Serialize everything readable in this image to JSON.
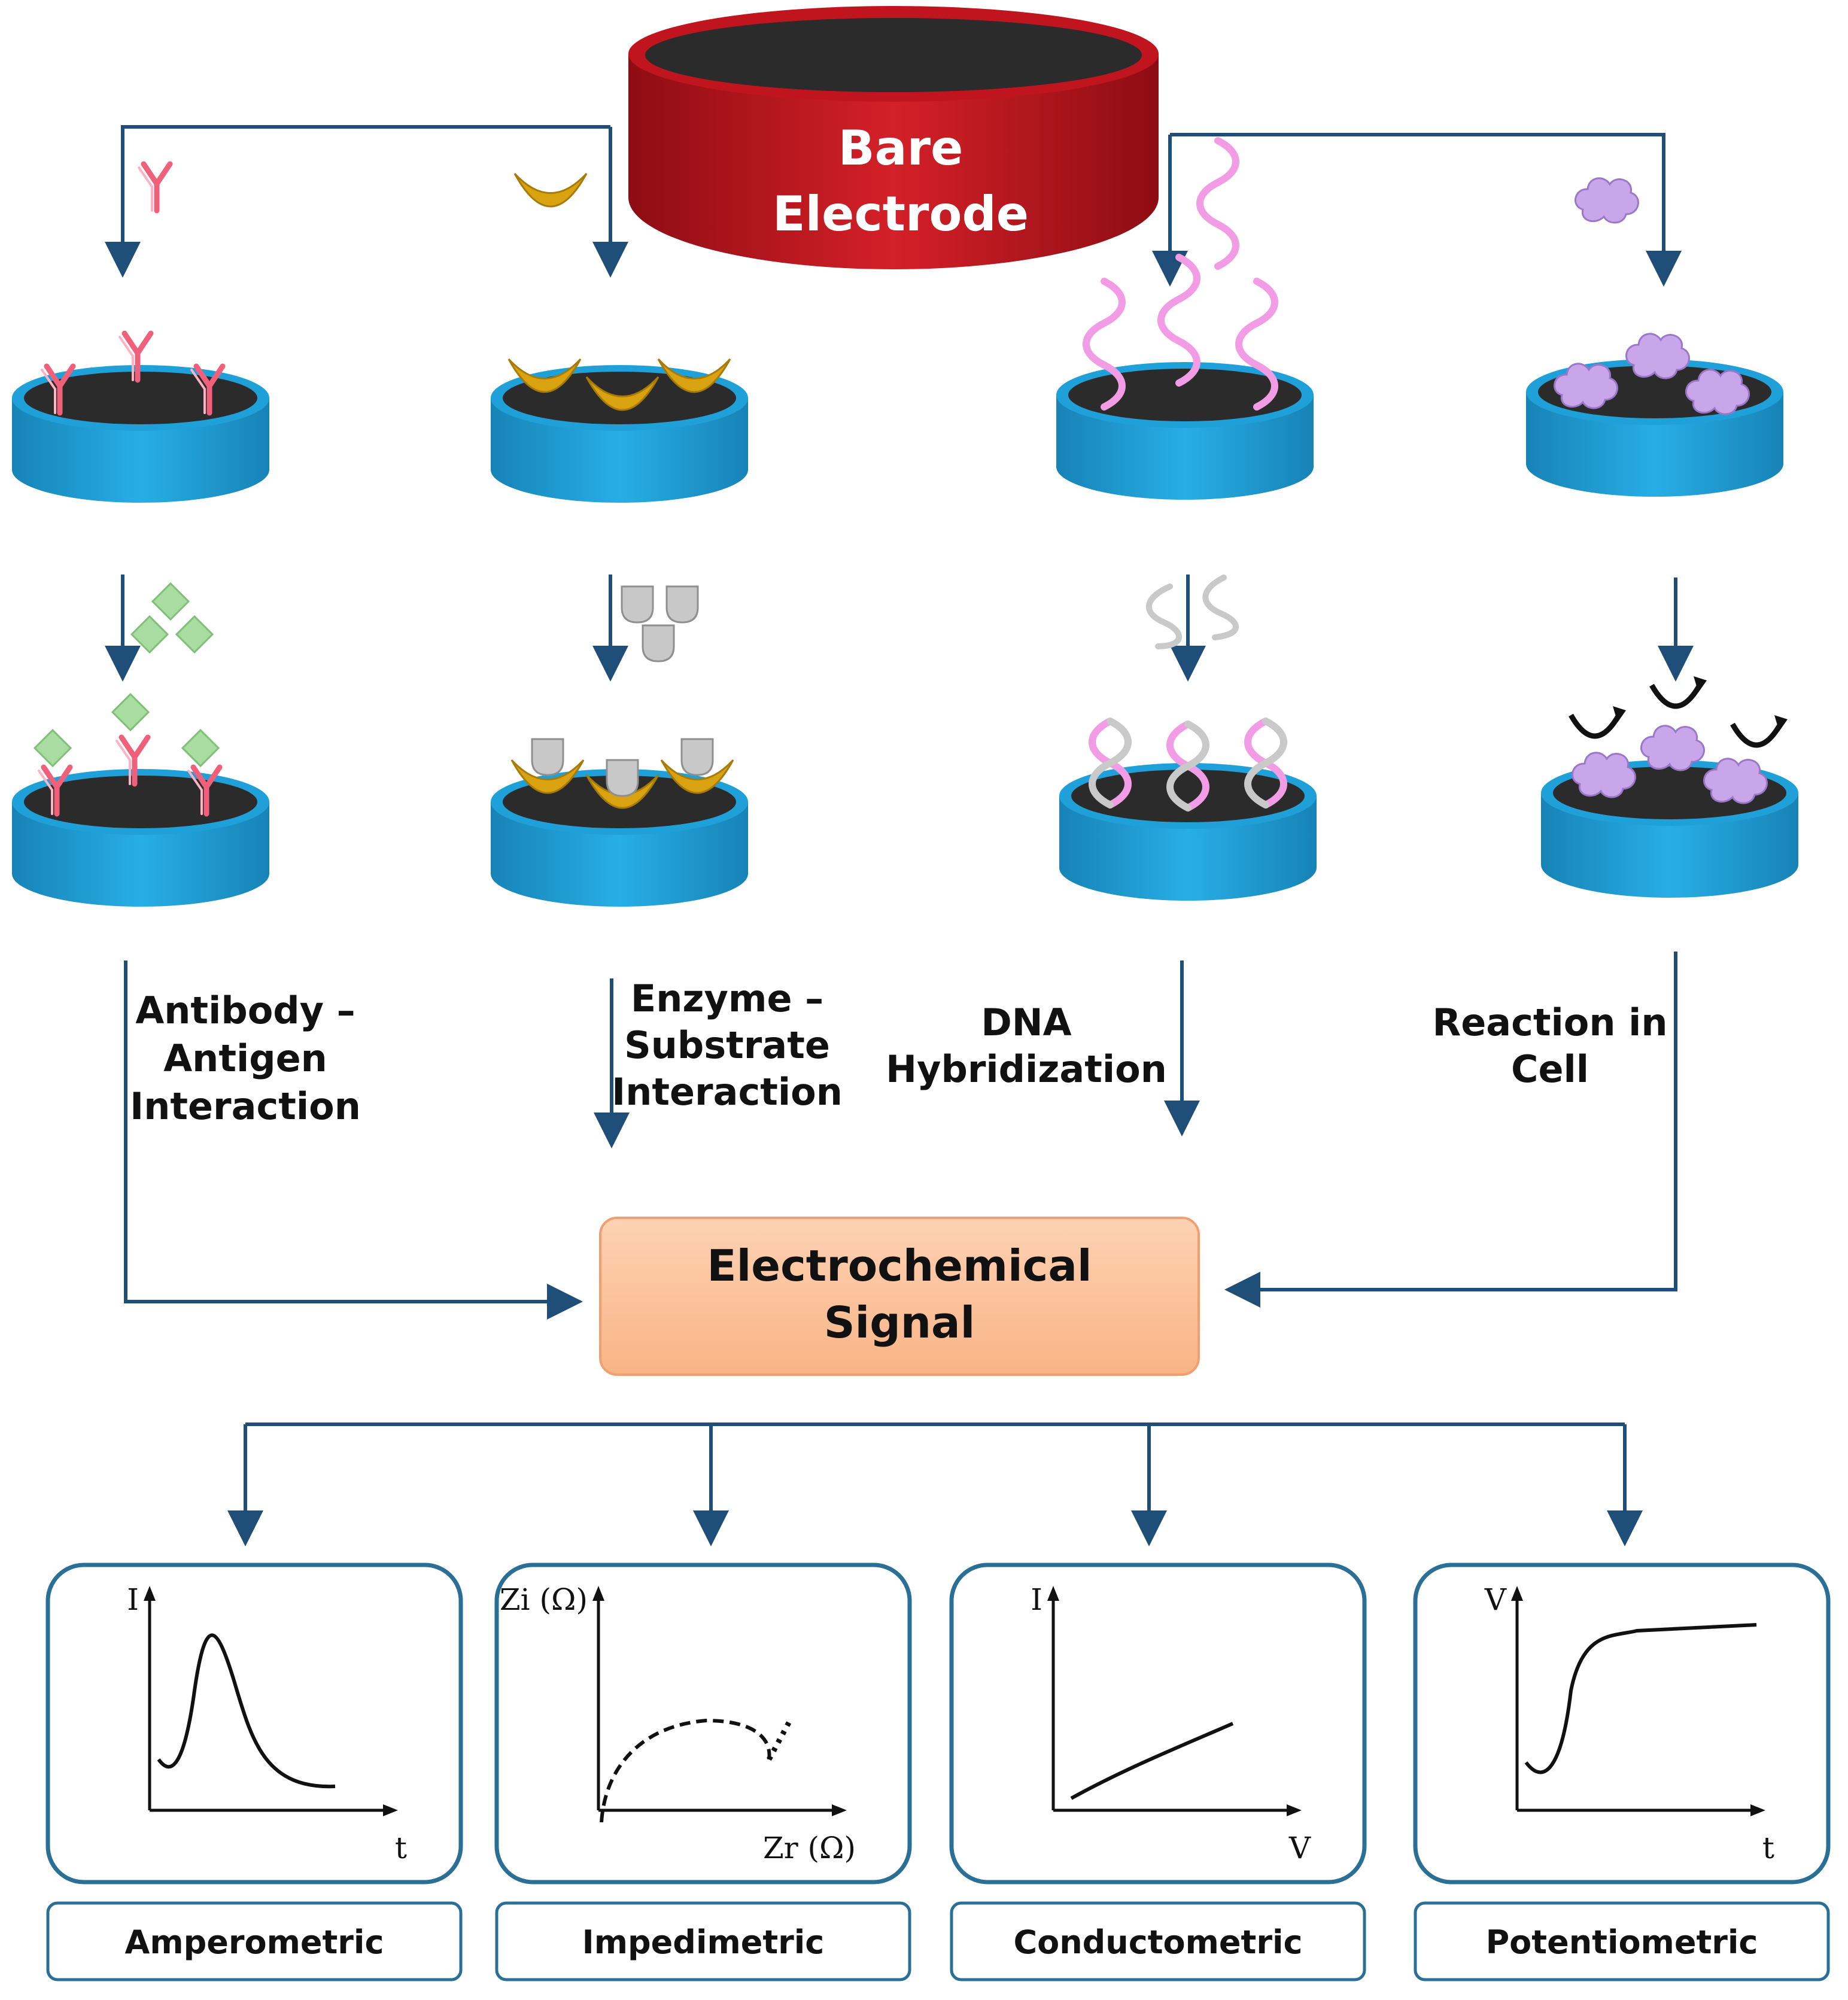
{
  "top": {
    "electrode_label_line1": "Bare",
    "electrode_label_line2": "Electrode"
  },
  "interactions": [
    {
      "id": "antibody",
      "lines": [
        "Antibody –",
        "Antigen",
        "Interaction"
      ]
    },
    {
      "id": "enzyme",
      "lines": [
        "Enzyme –",
        "Substrate",
        "Interaction"
      ]
    },
    {
      "id": "dna",
      "lines": [
        "DNA",
        "Hybridization"
      ]
    },
    {
      "id": "cell",
      "lines": [
        "Reaction in",
        "Cell"
      ]
    }
  ],
  "signal": {
    "line1": "Electrochemical",
    "line2": "Signal"
  },
  "methods": [
    {
      "id": "amperometric",
      "label": "Amperometric",
      "y_axis": "I",
      "x_axis": "t"
    },
    {
      "id": "impedimetric",
      "label": "Impedimetric",
      "y_axis": "Zi (Ω)",
      "x_axis": "Zr (Ω)"
    },
    {
      "id": "conductometric",
      "label": "Conductometric",
      "y_axis": "I",
      "x_axis": "V"
    },
    {
      "id": "potentiometric",
      "label": "Potentiometric",
      "y_axis": "V",
      "x_axis": "t"
    }
  ],
  "colors": {
    "electrode_red": "#c0151f",
    "electrode_blue": "#1fa0d8",
    "electrode_top": "#2b2b2b",
    "flow_arrow": "#1f4e79",
    "signal_box": "#fcc09a",
    "panel_border": "#2a6f96",
    "antibody": "#f0607a",
    "antigen": "#a8dca0",
    "enzyme": "#d9a210",
    "substrate": "#c8c8c8",
    "dna": "#f29ce6",
    "cell": "#c9a6ea"
  }
}
